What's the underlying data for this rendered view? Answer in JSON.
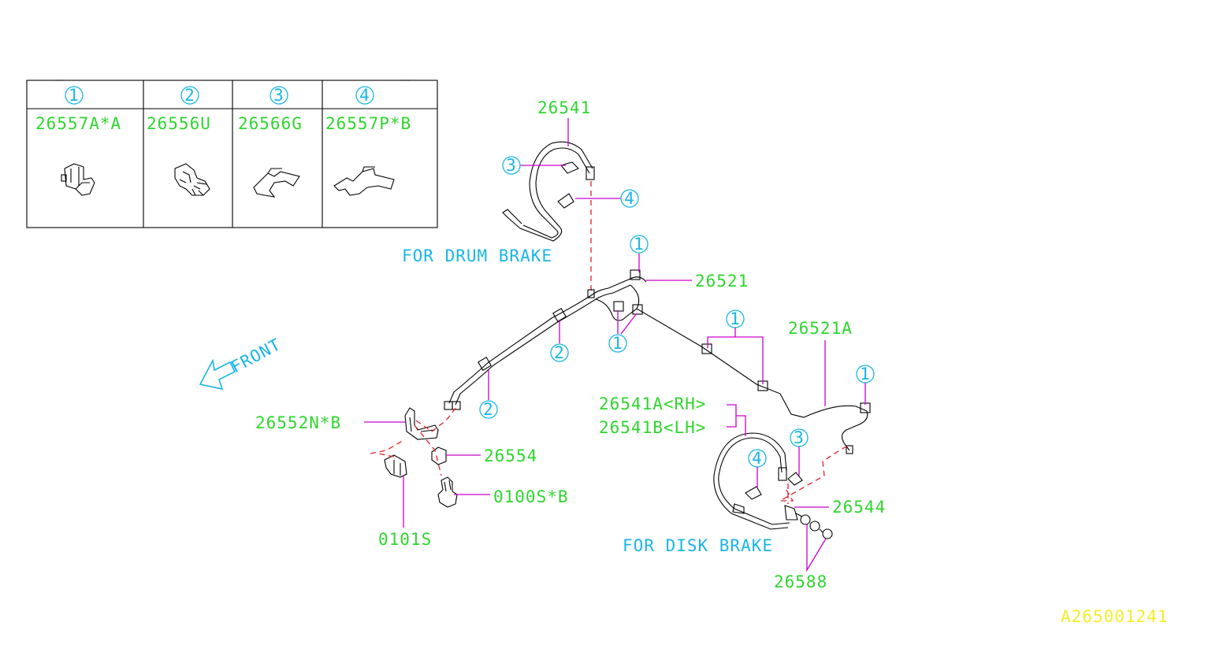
{
  "legend": {
    "columns": [
      {
        "key": "1",
        "part_number": "26557A*A"
      },
      {
        "key": "2",
        "part_number": "26556U"
      },
      {
        "key": "3",
        "part_number": "26566G"
      },
      {
        "key": "4",
        "part_number": "26557P*B"
      }
    ]
  },
  "section_labels": {
    "drum": "FOR DRUM BRAKE",
    "disk": "FOR DISK BRAKE",
    "front": "FRONT"
  },
  "parts": {
    "p26541": "26541",
    "p26521": "26521",
    "p26521A": "26521A",
    "p26541A": "26541A<RH>",
    "p26541B": "26541B<LH>",
    "p26552N": "26552N*B",
    "p26554": "26554",
    "p0100S": "0100S*B",
    "p0101S": "0101S",
    "p26544": "26544",
    "p26588": "26588"
  },
  "callouts": {
    "c1": "1",
    "c2": "2",
    "c3": "3",
    "c4": "4"
  },
  "figure_id": "A265001241",
  "colors": {
    "part_text": "#2ed62e",
    "note_text": "#18b6e6",
    "leader_line": "#cc00cc",
    "dashed_line": "#e0222a",
    "figure_id": "#f2ee2a"
  }
}
